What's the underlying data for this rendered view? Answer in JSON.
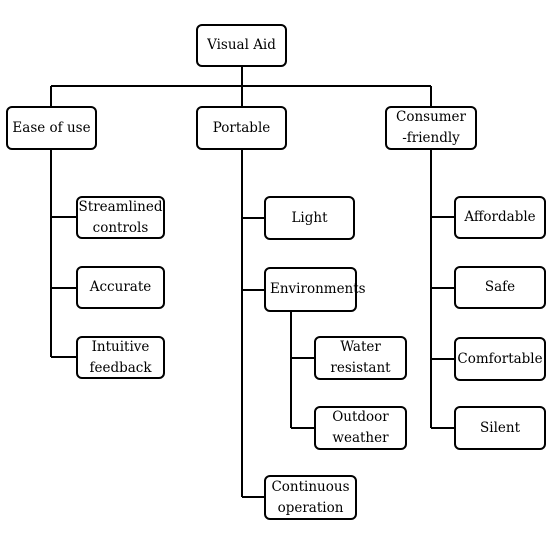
{
  "diagram": {
    "root": {
      "label": "Visual Aid"
    },
    "branches": [
      {
        "label": "Ease of use",
        "children": [
          {
            "label": "Streamlined\ncontrols"
          },
          {
            "label": "Accurate"
          },
          {
            "label": "Intuitive\nfeedback"
          }
        ]
      },
      {
        "label": "Portable",
        "children": [
          {
            "label": "Light"
          },
          {
            "label": "Environments",
            "children": [
              {
                "label": "Water\nresistant"
              },
              {
                "label": "Outdoor\nweather"
              }
            ]
          },
          {
            "label": "Continuous\noperation"
          }
        ]
      },
      {
        "label": "Consumer\n-friendly",
        "children": [
          {
            "label": "Affordable"
          },
          {
            "label": "Safe"
          },
          {
            "label": "Comfortable"
          },
          {
            "label": "Silent"
          }
        ]
      }
    ]
  },
  "colors": {
    "line": "#000000",
    "node_border": "#000000",
    "node_fill": "#ffffff",
    "text": "#000000"
  }
}
